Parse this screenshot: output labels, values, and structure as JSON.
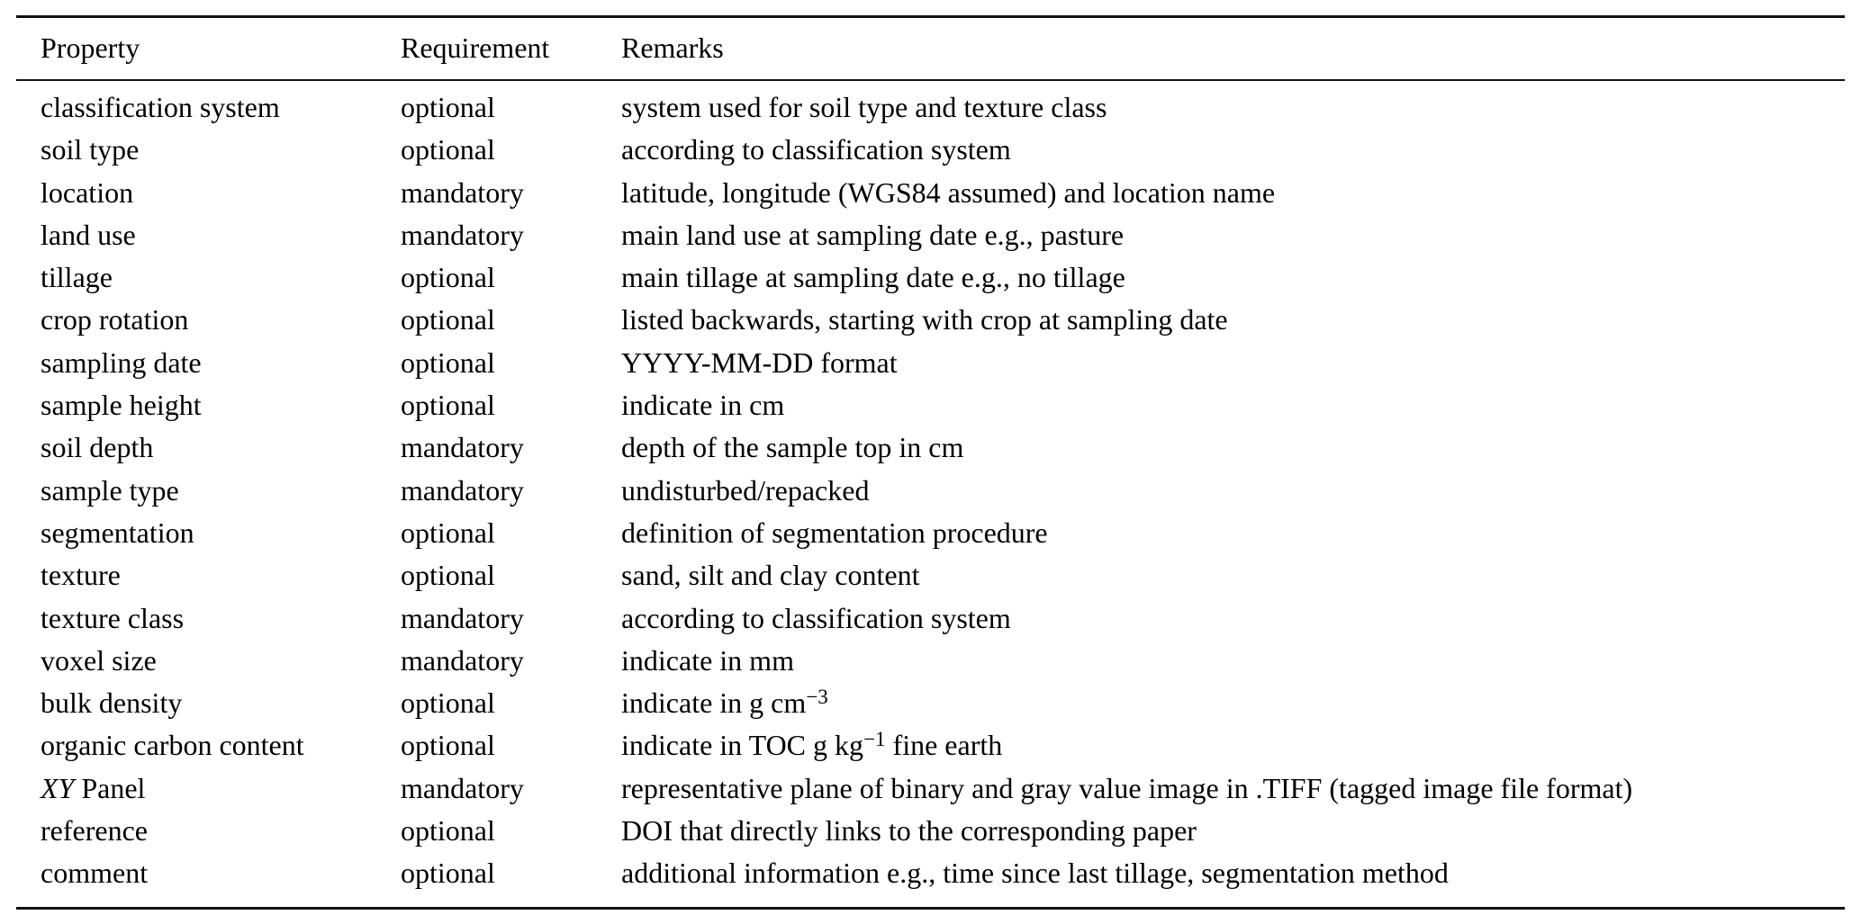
{
  "colors": {
    "text": "#000000",
    "background": "#ffffff",
    "rule": "#111111"
  },
  "table": {
    "columns": [
      {
        "key": "property",
        "label": "Property"
      },
      {
        "key": "requirement",
        "label": "Requirement"
      },
      {
        "key": "remarks",
        "label": "Remarks"
      }
    ],
    "rows": [
      {
        "property": "classification system",
        "requirement": "optional",
        "remarks": "system used for soil type and texture class"
      },
      {
        "property": "soil type",
        "requirement": "optional",
        "remarks": "according to classification system"
      },
      {
        "property": "location",
        "requirement": "mandatory",
        "remarks": "latitude, longitude (WGS84 assumed) and location name"
      },
      {
        "property": "land use",
        "requirement": "mandatory",
        "remarks": "main land use at sampling date e.g., pasture"
      },
      {
        "property": "tillage",
        "requirement": "optional",
        "remarks": "main tillage at sampling date e.g., no tillage"
      },
      {
        "property": "crop rotation",
        "requirement": "optional",
        "remarks": "listed backwards, starting with crop at sampling date"
      },
      {
        "property": "sampling date",
        "requirement": "optional",
        "remarks": "YYYY-MM-DD format"
      },
      {
        "property": "sample height",
        "requirement": "optional",
        "remarks": "indicate in cm"
      },
      {
        "property": "soil depth",
        "requirement": "mandatory",
        "remarks": "depth of the sample top in cm"
      },
      {
        "property": "sample type",
        "requirement": "mandatory",
        "remarks": "undisturbed/repacked"
      },
      {
        "property": "segmentation",
        "requirement": "optional",
        "remarks": "definition of segmentation procedure"
      },
      {
        "property": "texture",
        "requirement": "optional",
        "remarks": "sand, silt and clay content"
      },
      {
        "property": "texture class",
        "requirement": "mandatory",
        "remarks": "according to classification system"
      },
      {
        "property": "voxel size",
        "requirement": "mandatory",
        "remarks": "indicate in mm"
      },
      {
        "property": "bulk density",
        "requirement": "optional",
        "remarks": "indicate in g cm^{−3}"
      },
      {
        "property": "organic carbon content",
        "requirement": "optional",
        "remarks": "indicate in TOC g kg^{−1} fine earth"
      },
      {
        "property": "*XY* Panel",
        "requirement": "mandatory",
        "remarks": "representative plane of binary and gray value image in .TIFF (tagged image file format)"
      },
      {
        "property": "reference",
        "requirement": "optional",
        "remarks": "DOI that directly links to the corresponding paper"
      },
      {
        "property": "comment",
        "requirement": "optional",
        "remarks": "additional information e.g., time since last tillage, segmentation method"
      }
    ]
  }
}
